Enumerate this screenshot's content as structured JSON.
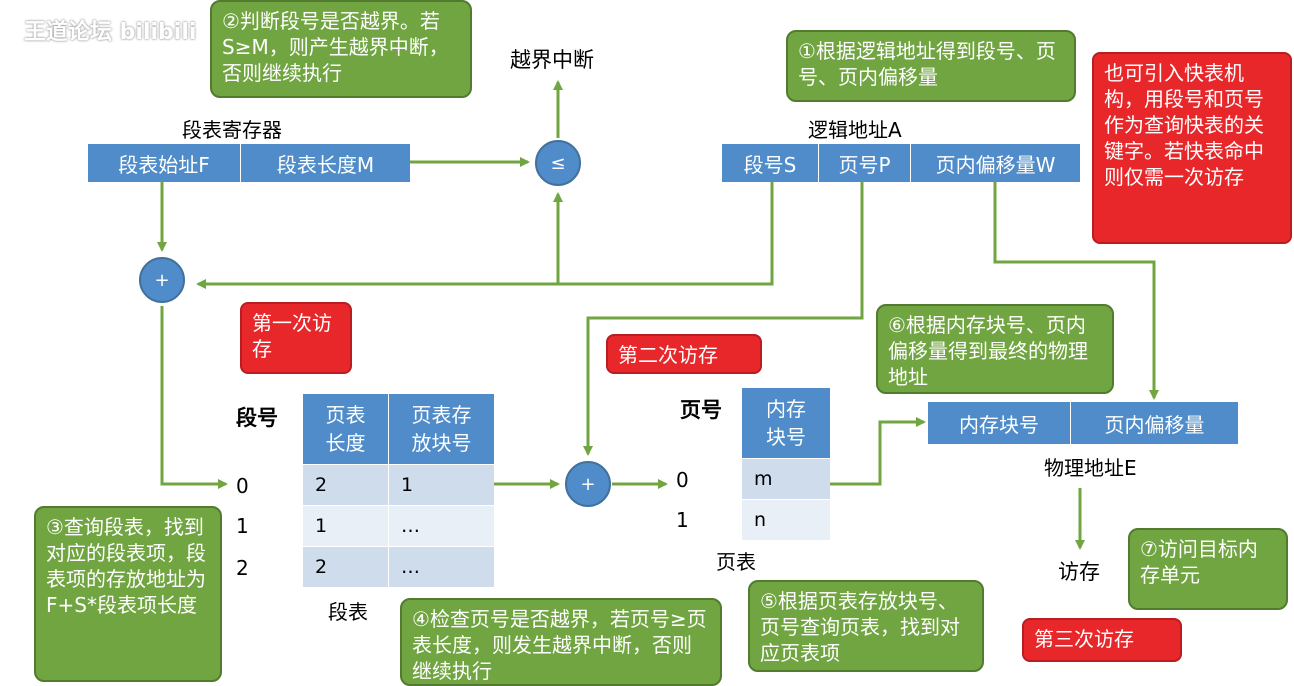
{
  "watermark": "王道论坛 bilibili",
  "segment_register": {
    "title": "段表寄存器",
    "start_addr": "段表始址F",
    "length": "段表长度M"
  },
  "overflow_interrupt": "越界中断",
  "compare_op": "≤",
  "adder_symbol": "+",
  "logical_address": {
    "title": "逻辑地址A",
    "segment_no": "段号S",
    "page_no": "页号P",
    "offset": "页内偏移量W"
  },
  "segment_table": {
    "title": "段表",
    "row_label": "段号",
    "headers": [
      "页表\n长度",
      "页表存\n放块号"
    ],
    "rows": [
      {
        "index": "0",
        "length": "2",
        "block": "1"
      },
      {
        "index": "1",
        "length": "1",
        "block": "…"
      },
      {
        "index": "2",
        "length": "2",
        "block": "…"
      }
    ]
  },
  "page_table": {
    "title": "页表",
    "row_label": "页号",
    "header": "内存\n块号",
    "rows": [
      {
        "index": "0",
        "block": "m"
      },
      {
        "index": "1",
        "block": "n"
      }
    ]
  },
  "physical_address": {
    "title": "物理地址E",
    "block_no": "内存块号",
    "offset": "页内偏移量"
  },
  "memory_access": "访存",
  "notes": {
    "step1": "①根据逻辑地址得到段号、页号、页内偏移量",
    "step2": "②判断段号是否越界。若S≥M，则产生越界中断，否则继续执行",
    "step3": "③查询段表，找到对应的段表项，段表项的存放地址为F+S*段表项长度",
    "step4": "④检查页号是否越界，若页号≥页表长度，则发生越界中断，否则继续执行",
    "step5": "⑤根据页表存放块号、页号查询页表，找到对应页表项",
    "step6": "⑥根据内存块号、页内偏移量得到最终的物理地址",
    "step7": "⑦访问目标内存单元",
    "tlb": "也可引入快表机构，用段号和页号作为查询快表的关键字。若快表命中则仅需一次访存",
    "access1": "第一次访存",
    "access2": "第二次访存",
    "access3": "第三次访存"
  },
  "colors": {
    "blue": "#4f8cc9",
    "green": "#70a541",
    "red": "#e8272b",
    "row_dark": "#cfdcec",
    "row_light": "#e9eff7"
  }
}
